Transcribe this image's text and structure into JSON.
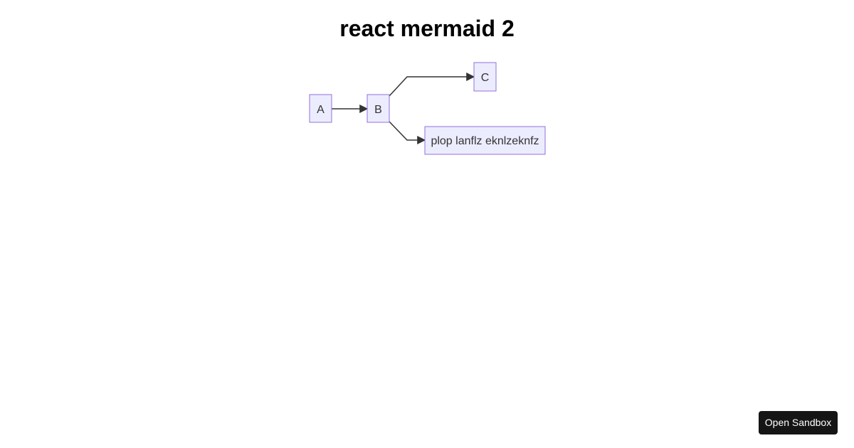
{
  "page": {
    "title": "react mermaid 2"
  },
  "diagram": {
    "colors": {
      "node_fill": "#ECECFF",
      "node_stroke": "#9370DB",
      "edge": "#333333",
      "text": "#333333"
    },
    "nodes": [
      {
        "id": "A",
        "label": "A"
      },
      {
        "id": "B",
        "label": "B"
      },
      {
        "id": "C",
        "label": "C"
      },
      {
        "id": "D",
        "label": "plop lanflz eknlzeknfz"
      }
    ],
    "edges": [
      {
        "from": "A",
        "to": "B"
      },
      {
        "from": "B",
        "to": "C"
      },
      {
        "from": "B",
        "to": "D"
      }
    ]
  },
  "footer": {
    "open_sandbox_label": "Open Sandbox"
  }
}
